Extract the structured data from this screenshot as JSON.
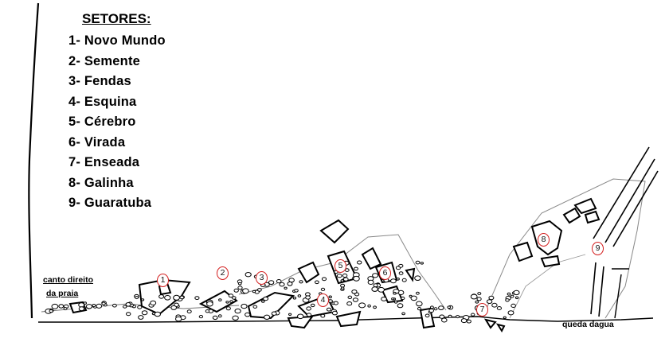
{
  "legend": {
    "title": "SETORES:",
    "items": [
      "1- Novo Mundo",
      "2- Semente",
      "3- Fendas",
      "4- Esquina",
      "5- Cérebro",
      "6- Virada",
      "7- Enseada",
      "8- Galinha",
      "9- Guaratuba"
    ]
  },
  "labels": {
    "canto": "canto direito",
    "praia": "da praia",
    "queda": "queda dagua"
  },
  "markers": [
    "1",
    "2",
    "3",
    "4",
    "5",
    "6",
    "7",
    "8",
    "9"
  ],
  "colors": {
    "marker_ring": "#d41f1f",
    "ink": "#000000"
  }
}
